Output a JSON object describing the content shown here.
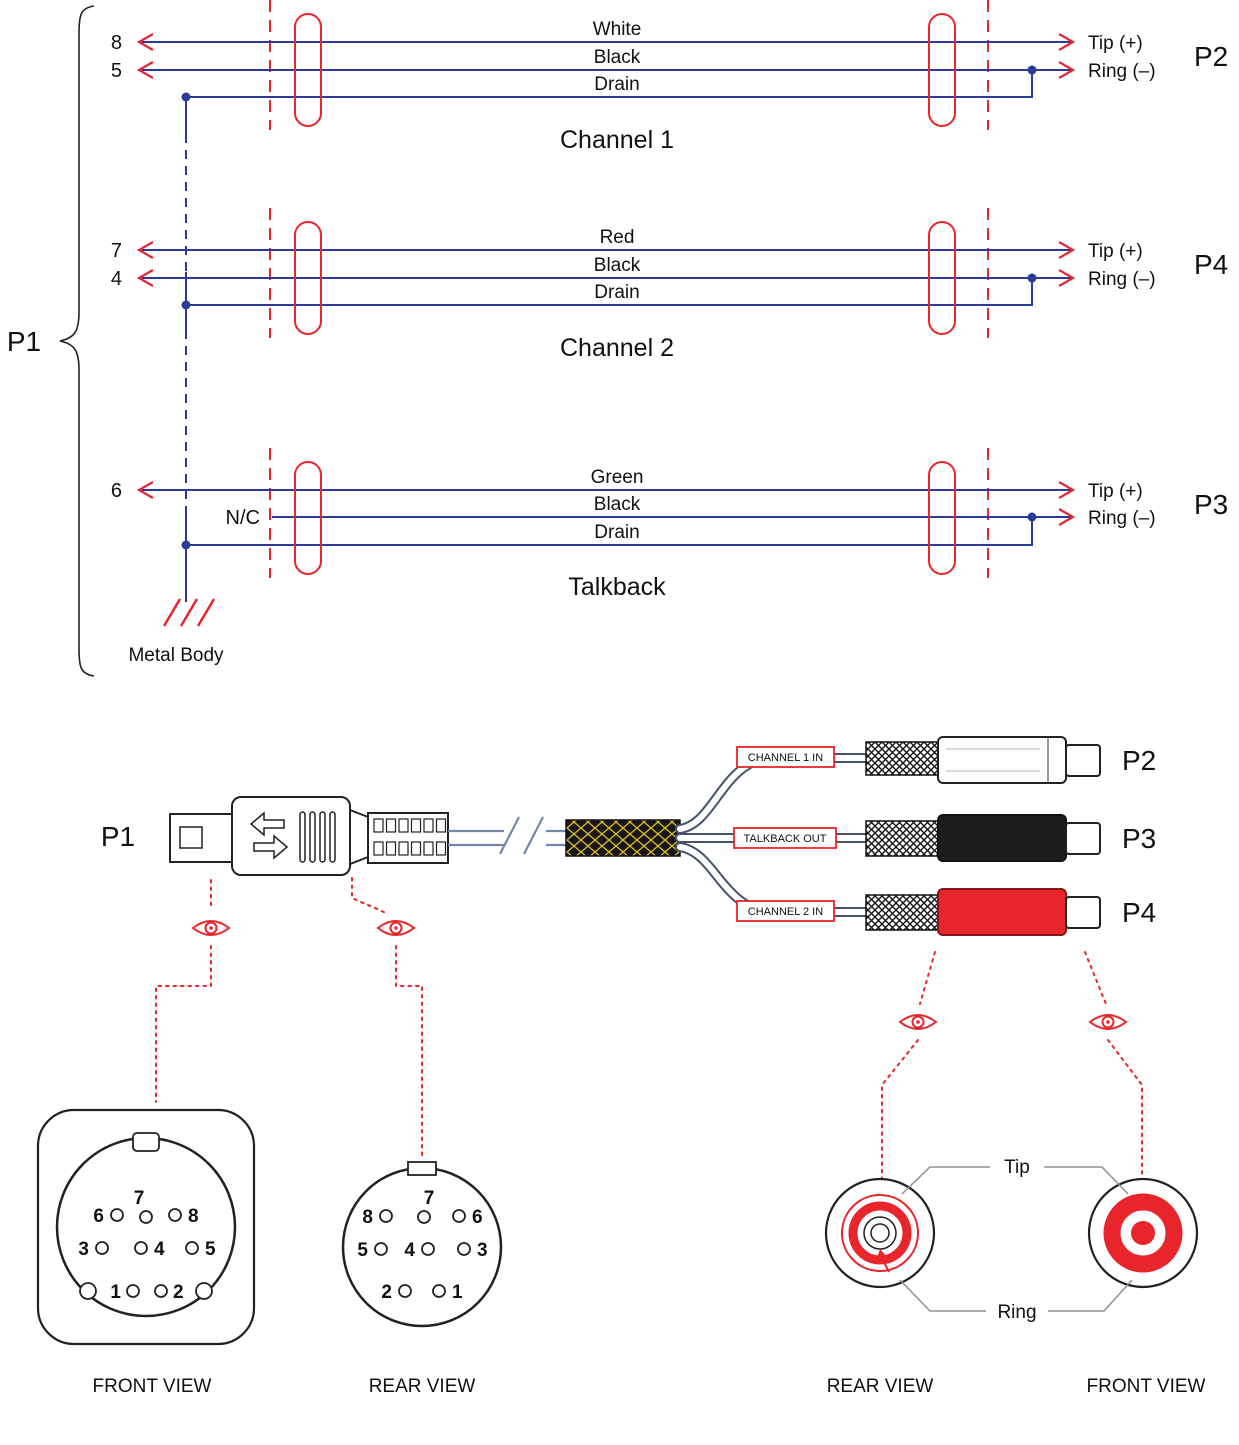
{
  "colors": {
    "accent_red": "#e8252a",
    "wire_blue": "#2d3a96"
  },
  "schematic": {
    "p1": "P1",
    "ground": "Metal Body",
    "channels": [
      {
        "title": "Channel 1",
        "pin_top": "8",
        "pin_mid": "5",
        "wire_top": "White",
        "wire_mid": "Black",
        "wire_drain": "Drain",
        "tip": "Tip (+)",
        "ring": "Ring (–)",
        "connector": "P2"
      },
      {
        "title": "Channel 2",
        "pin_top": "7",
        "pin_mid": "4",
        "wire_top": "Red",
        "wire_mid": "Black",
        "wire_drain": "Drain",
        "tip": "Tip (+)",
        "ring": "Ring (–)",
        "connector": "P4"
      },
      {
        "title": "Talkback",
        "pin_top": "6",
        "nc": "N/C",
        "wire_top": "Green",
        "wire_mid": "Black",
        "wire_drain": "Drain",
        "tip": "Tip (+)",
        "ring": "Ring (–)",
        "connector": "P3"
      }
    ]
  },
  "cable": {
    "p1": "P1",
    "branches": [
      {
        "tag": "CHANNEL 1 IN",
        "connector": "P2"
      },
      {
        "tag": "TALKBACK OUT",
        "connector": "P3"
      },
      {
        "tag": "CHANNEL 2 IN",
        "connector": "P4"
      }
    ]
  },
  "views": {
    "din_front": {
      "caption": "FRONT VIEW",
      "pins": [
        "6",
        "7",
        "8",
        "3",
        "4",
        "5",
        "1",
        "2"
      ]
    },
    "din_rear": {
      "caption": "REAR VIEW",
      "pins": [
        "8",
        "7",
        "6",
        "5",
        "4",
        "3",
        "2",
        "1"
      ]
    },
    "rca_rear": {
      "caption": "REAR VIEW"
    },
    "rca_front": {
      "caption": "FRONT VIEW"
    },
    "tip": "Tip",
    "ring": "Ring"
  }
}
